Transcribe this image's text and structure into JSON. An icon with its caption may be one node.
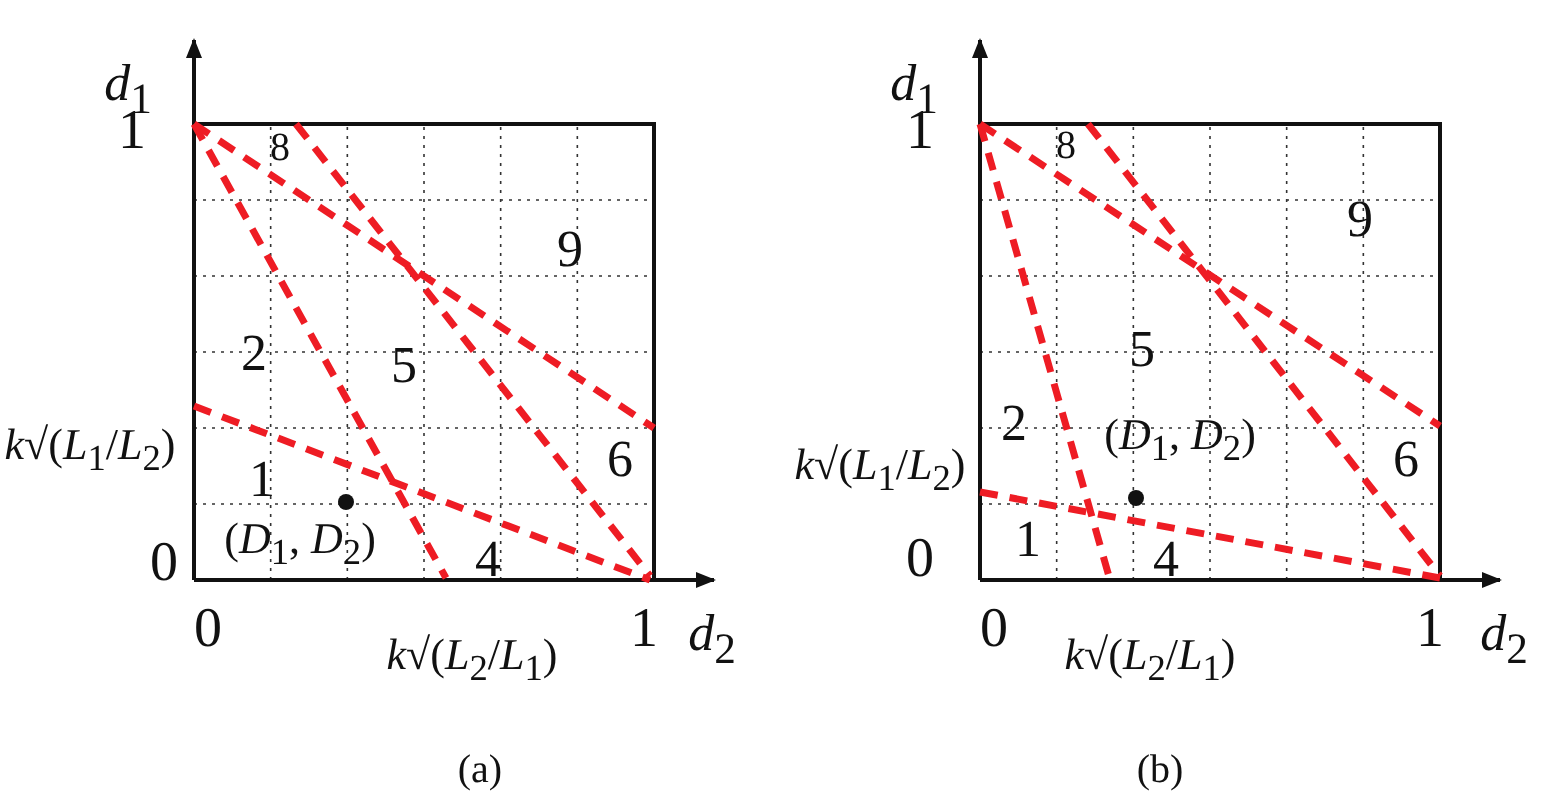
{
  "diagram": {
    "labels": [
      "*d*$_{1}$",
      "1",
      "8",
      "9",
      "2",
      "5",
      "*k*√(*L*$_{1}$/*L*$_{2}$)",
      "6",
      "1",
      "(*D*$_{1}$, *D*$_{2}$)",
      "0",
      "4",
      "0",
      "*k*√(*L*$_{2}$/*L*$_{1}$)",
      "1",
      "*d*$_{2}$",
      "*d*$_{1}$",
      "1",
      "8",
      "9",
      "5",
      "2",
      "(*D*$_{1}$, *D*$_{2}$)",
      "*k*√(*L*$_{1}$/*L*$_{2}$)",
      "6",
      "1",
      "0",
      "4",
      "0",
      "*k*√(*L*$_{2}$/*L*$_{1}$)",
      "1",
      "*d*$_{2}$",
      "(a)",
      "(b)"
    ]
  }
}
